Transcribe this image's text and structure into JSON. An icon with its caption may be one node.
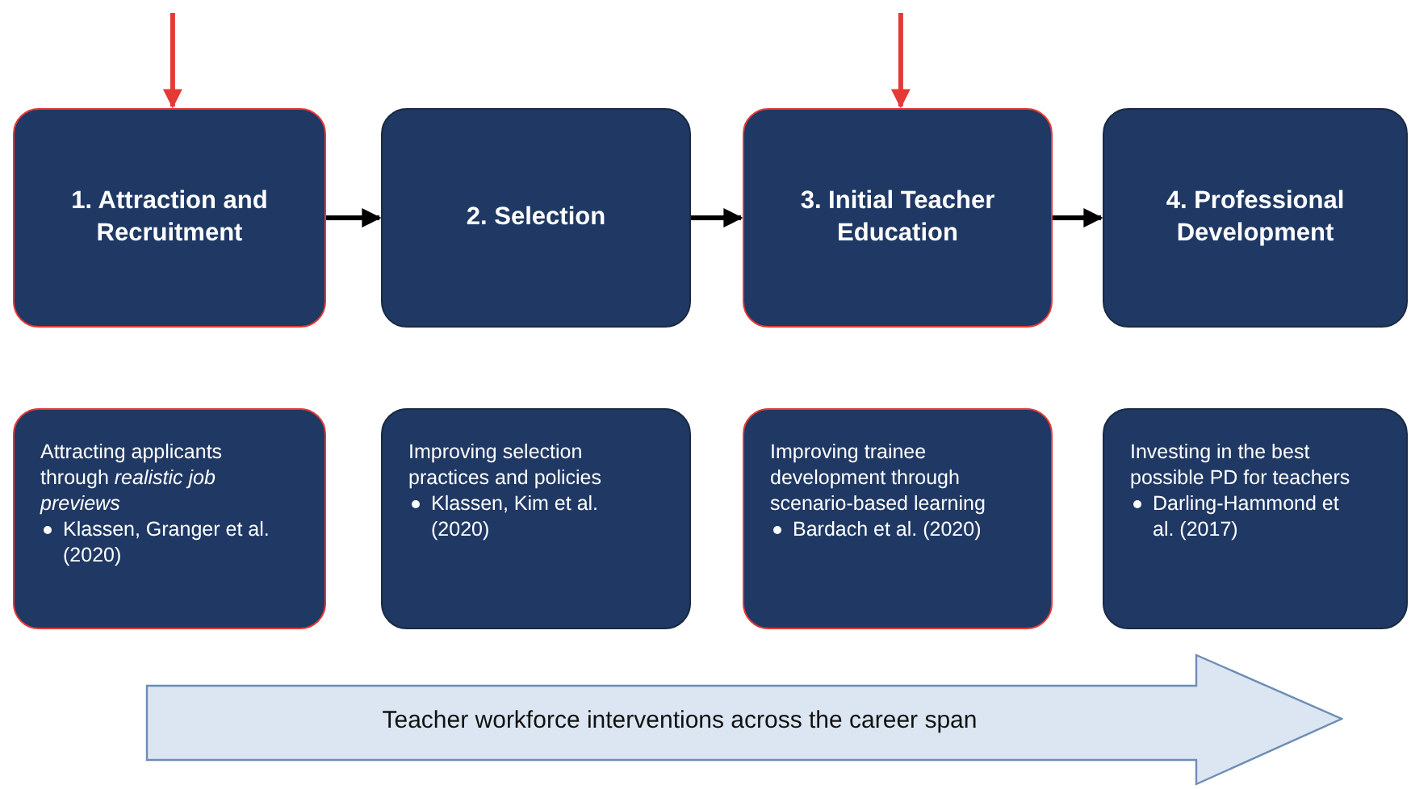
{
  "diagram": {
    "nodes": [
      {
        "text": [
          "1. Attraction and Recruitment"
        ]
      },
      {
        "text": [
          "2. Selection"
        ]
      },
      {
        "text": [
          "3. Initial Teacher Education"
        ]
      },
      {
        "text": [
          "4. Professional Development"
        ]
      },
      {
        "text": [
          "Attracting applicants through *realistic job previews*",
          "Klassen, Granger et al. (2020)"
        ]
      },
      {
        "text": [
          "Improving selection practices and policies",
          "Klassen, Kim et al. (2020)"
        ]
      },
      {
        "text": [
          "Improving trainee development through scenario-based learning",
          "Bardach et al. (2020)"
        ]
      },
      {
        "text": [
          "Investing in the best possible PD for teachers",
          "Darling-Hammond et al. (2017)"
        ]
      },
      {
        "text": [
          "Teacher workforce interventions across the career span"
        ]
      }
    ],
    "edges": [
      {
        "from": null,
        "to": 0,
        "arrow": "to",
        "color": "#e53935"
      },
      {
        "from": null,
        "to": 2,
        "arrow": "to",
        "color": "#e53935"
      },
      {
        "from": 0,
        "to": 1,
        "arrow": "to"
      },
      {
        "from": 1,
        "to": 2,
        "arrow": "to"
      },
      {
        "from": 2,
        "to": 3,
        "arrow": "to"
      }
    ]
  }
}
